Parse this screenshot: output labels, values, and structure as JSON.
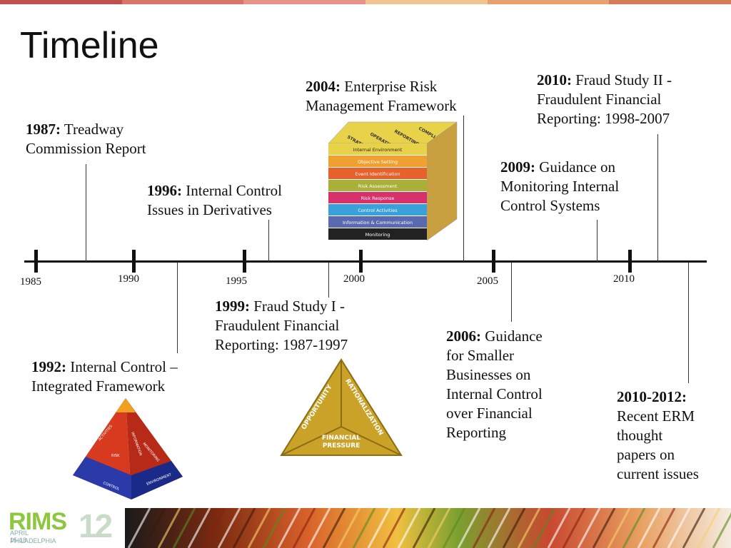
{
  "slide": {
    "title": "Timeline"
  },
  "colors": {
    "bar1": "#c0504d",
    "bar2": "#d9746a",
    "bar3": "#e8938a",
    "bar4": "#f2b78f",
    "bar5": "#e8a070",
    "bar6": "#d47b58"
  },
  "axis_labels": [
    "1985",
    "1990",
    "1995",
    "2000",
    "2005",
    "2010"
  ],
  "events": [
    {
      "year": "1987:",
      "text": "Treadway",
      "text2": "Commission Report"
    },
    {
      "year": "1996:",
      "text": "Internal Control",
      "text2": "Issues in Derivatives"
    },
    {
      "year": "2004:",
      "text": "Enterprise Risk",
      "text2": "Management Framework"
    },
    {
      "year": "2010:",
      "text": "Fraud Study II -",
      "text2": "Fraudulent Financial",
      "text3": "Reporting: 1998-2007"
    },
    {
      "year": "2009:",
      "text": "Guidance on",
      "text2": "Monitoring Internal",
      "text3": "Control Systems"
    },
    {
      "year": "1999:",
      "text": "Fraud Study I -",
      "text2": "Fraudulent Financial",
      "text3": "Reporting: 1987-1997"
    },
    {
      "year": "1992:",
      "text": "Internal Control –",
      "text2": "Integrated Framework"
    },
    {
      "year": "2006:",
      "text": "Guidance",
      "text2": "for Smaller",
      "text3": "Businesses on",
      "text4": "Internal Control",
      "text5": "over Financial",
      "text6": "Reporting"
    },
    {
      "year": "2010-2012:",
      "text": "",
      "text2": "Recent ERM",
      "text3": "thought",
      "text4": "papers on",
      "text5": "current issues"
    }
  ],
  "cube": {
    "top_labels": [
      "STRATEGIC",
      "OPERATIONS",
      "REPORTING",
      "COMPLIANCE"
    ],
    "rows": [
      {
        "label": "Internal Environment",
        "color": "#e8d24a"
      },
      {
        "label": "Objective Setting",
        "color": "#f0a030"
      },
      {
        "label": "Event Identification",
        "color": "#e8602a"
      },
      {
        "label": "Risk Assessment",
        "color": "#a8b03a"
      },
      {
        "label": "Risk Response",
        "color": "#d8306a"
      },
      {
        "label": "Control Activities",
        "color": "#3aa0d8"
      },
      {
        "label": "Information & Communication",
        "color": "#5a6ab0"
      },
      {
        "label": "Monitoring",
        "color": "#222222"
      }
    ]
  },
  "triangle": {
    "left": "OPPORTUNITY",
    "right": "RATIONALIZATION",
    "bottom": "FINANCIAL",
    "bottom2": "PRESSURE"
  },
  "pyramid": {
    "labels": [
      "CONTROL",
      "ENVIRONMENT",
      "RISK",
      "MONITORING",
      "ACTIVITIES",
      "INFORMATION"
    ]
  },
  "footer": {
    "logo": "RIMS",
    "logo_num": "12",
    "dates": "APRIL 15-18",
    "city": "PHILADELPHIA"
  }
}
